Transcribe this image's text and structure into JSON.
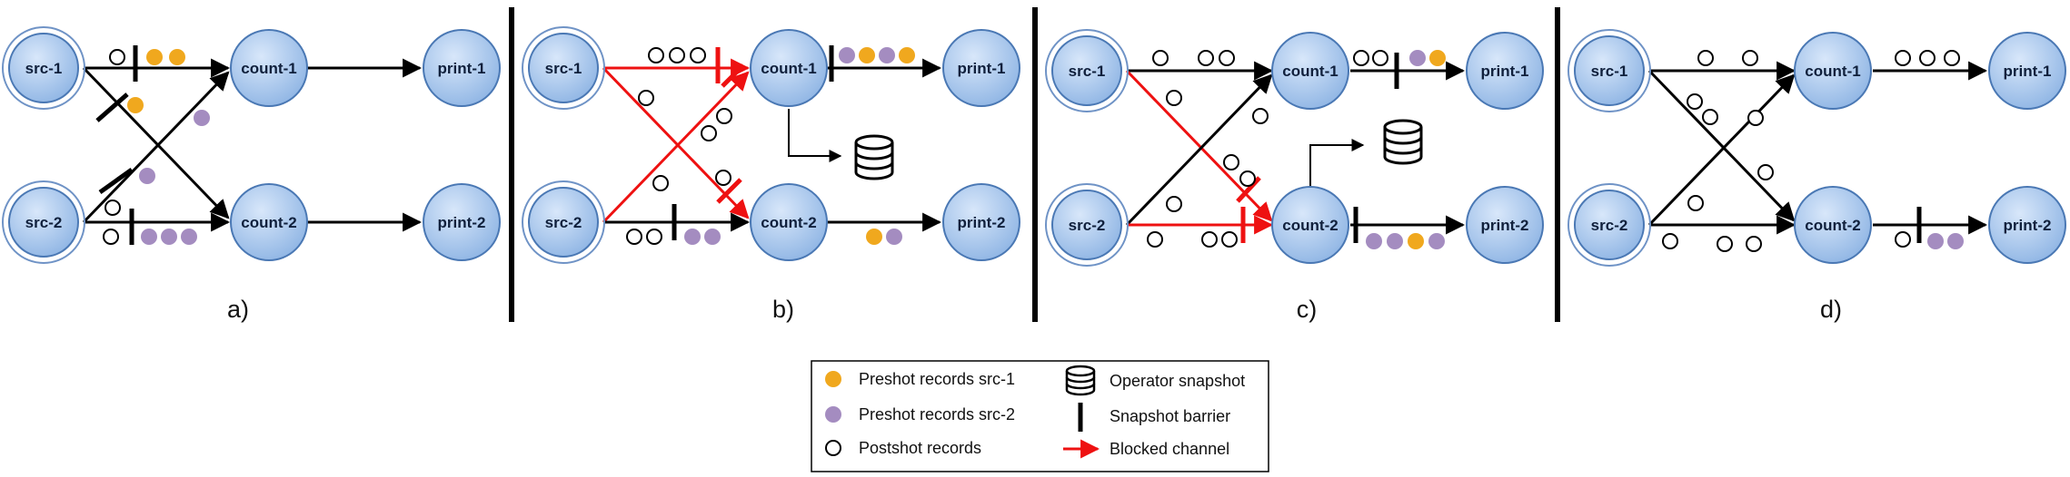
{
  "colors": {
    "preshot_src1": "#f0a81e",
    "preshot_src2": "#a48cc0",
    "postshot": "#ffffff",
    "blocked": "#ee1111",
    "node_fill": "#a9c8ee",
    "node_stroke": "#4a78b4",
    "divider": "#000000"
  },
  "panels": [
    {
      "label": "a)",
      "nodes": {
        "src1": "src-1",
        "src2": "src-2",
        "count1": "count-1",
        "count2": "count-2",
        "print1": "print-1",
        "print2": "print-2"
      }
    },
    {
      "label": "b)",
      "nodes": {
        "src1": "src-1",
        "src2": "src-2",
        "count1": "count-1",
        "count2": "count-2",
        "print1": "print-1",
        "print2": "print-2"
      }
    },
    {
      "label": "c)",
      "nodes": {
        "src1": "src-1",
        "src2": "src-2",
        "count1": "count-1",
        "count2": "count-2",
        "print1": "print-1",
        "print2": "print-2"
      }
    },
    {
      "label": "d)",
      "nodes": {
        "src1": "src-1",
        "src2": "src-2",
        "count1": "count-1",
        "count2": "count-2",
        "print1": "print-1",
        "print2": "print-2"
      }
    }
  ],
  "legend": {
    "preshot_src1": "Preshot records src-1",
    "preshot_src2": "Preshot records src-2",
    "postshot": "Postshot records",
    "operator_snapshot": "Operator snapshot",
    "snapshot_barrier": "Snapshot barrier",
    "blocked_channel": "Blocked channel"
  }
}
